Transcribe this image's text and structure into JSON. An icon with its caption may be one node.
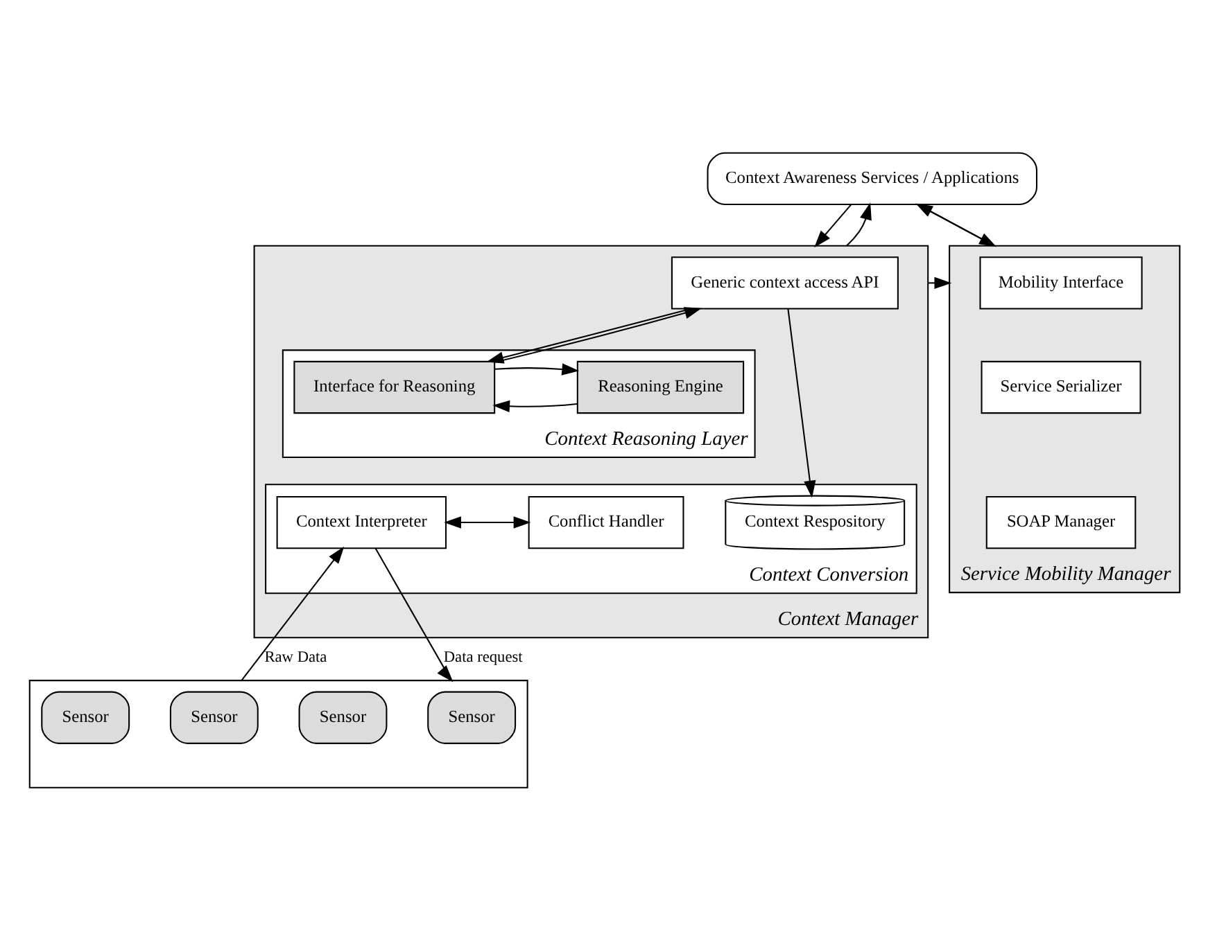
{
  "diagram": {
    "nodes": [
      {
        "text": [
          "Context Awareness Services / Applications"
        ]
      },
      {
        "text": [
          "Context Manager"
        ]
      },
      {
        "text": [
          "Generic context access API"
        ],
        "in": 1
      },
      {
        "text": [
          "Context Reasoning Layer"
        ],
        "in": 1
      },
      {
        "text": [
          "Interface for Reasoning"
        ],
        "in": 3
      },
      {
        "text": [
          "Reasoning Engine"
        ],
        "in": 3
      },
      {
        "text": [
          "Context Conversion"
        ],
        "in": 1
      },
      {
        "text": [
          "Context Respository"
        ],
        "in": 6
      },
      {
        "text": [
          "Context Interpreter"
        ],
        "in": 6
      },
      {
        "text": [
          "Conflict Handler"
        ],
        "in": 6
      },
      {
        "text": [
          "Service Mobility Manager"
        ]
      },
      {
        "text": [
          "Mobility Interface"
        ],
        "in": 10
      },
      {
        "text": [
          "Service Serializer"
        ],
        "in": 10
      },
      {
        "text": [
          "SOAP Manager"
        ],
        "in": 10
      },
      {
        "text": [],
        "shape": "box"
      },
      {
        "text": [
          "Sensor"
        ],
        "in": 14
      },
      {
        "text": [
          "Sensor"
        ],
        "in": 14
      },
      {
        "text": [
          "Sensor"
        ],
        "in": 14
      },
      {
        "text": [
          "Sensor"
        ],
        "in": 14
      }
    ],
    "edges": [
      {
        "from": 0,
        "to": 1,
        "arrow": "to"
      },
      {
        "from": 1,
        "to": 0,
        "arrow": "to"
      },
      {
        "from": 0,
        "to": 10,
        "arrow": "to"
      },
      {
        "from": 10,
        "to": 0,
        "arrow": "to"
      },
      {
        "from": 2,
        "to": 4,
        "arrow": "to"
      },
      {
        "from": 4,
        "to": 2,
        "arrow": "to"
      },
      {
        "from": 5,
        "to": 4,
        "arrow": "to"
      },
      {
        "from": 4,
        "to": 5,
        "arrow": "to"
      },
      {
        "from": 2,
        "to": 7,
        "arrow": "to"
      },
      {
        "from": 8,
        "to": 9,
        "arrow": "both"
      },
      {
        "from": 1,
        "to": 10,
        "arrow": "to"
      },
      {
        "from": 14,
        "to": 8,
        "label": "Raw Data",
        "arrow": "to"
      },
      {
        "from": 8,
        "to": 14,
        "label": "Data request",
        "arrow": "to"
      }
    ]
  }
}
